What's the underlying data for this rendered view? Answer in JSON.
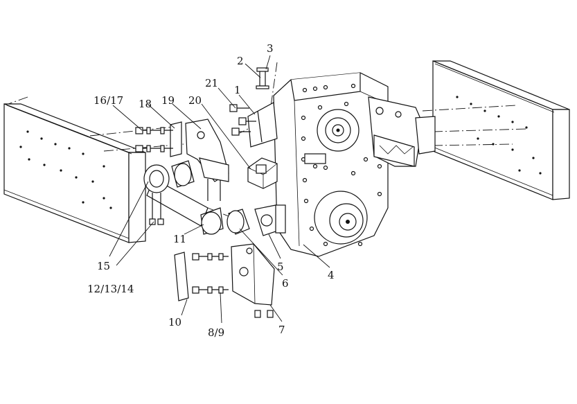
{
  "callouts": {
    "c1": "1",
    "c2": "2",
    "c3": "3",
    "c4": "4",
    "c5": "5",
    "c6": "6",
    "c7": "7",
    "c8_9": "8/9",
    "c10": "10",
    "c11": "11",
    "c12_13_14": "12/13/14",
    "c15": "15",
    "c16_17": "16/17",
    "c18": "18",
    "c19": "19",
    "c20": "20",
    "c21": "21"
  }
}
